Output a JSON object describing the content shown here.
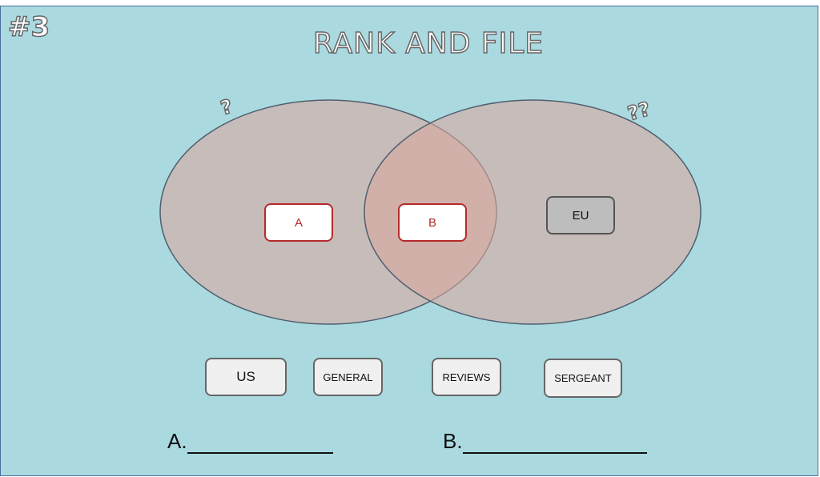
{
  "slide_number": "#3",
  "title": "RANK AND FILE",
  "left_label": "?",
  "right_label": "??",
  "venn": {
    "left_box": "A",
    "intersection_box": "B",
    "right_box": "EU"
  },
  "word_bank": [
    "US",
    "GENERAL",
    "REVIEWS",
    "SERGEANT"
  ],
  "answers": {
    "a_label": "A.",
    "b_label": "B."
  },
  "colors": {
    "background": "#aad9e0",
    "accent": "#b52a2a"
  }
}
